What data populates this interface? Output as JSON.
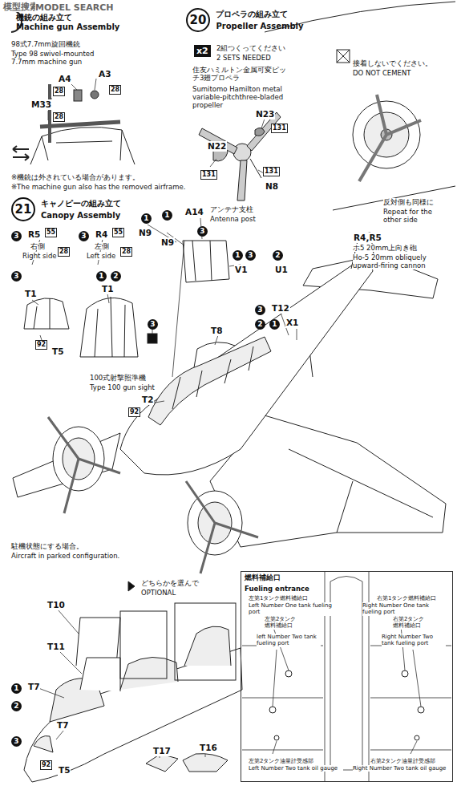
{
  "diagram": {
    "nodes": [
      {
        "text": [
          "機銃の組み立て",
          "Machine gun Assembly"
        ]
      },
      {
        "text": [
          "20",
          "プロペラの組み立て",
          "Propeller Assembly"
        ]
      },
      {
        "text": [
          "21",
          "キャノピーの組み立て",
          "Canopy Assembly"
        ]
      },
      {
        "text": [
          "燃料補給口",
          "Fueling entrance"
        ]
      }
    ],
    "labels": [
      "模型搜索",
      "MODEL SEARCH",
      "98式7.7mm旋回機銃",
      "Type 98 swivel-mounted 7.7mm machine gun",
      "A4",
      "A3",
      "28",
      "28",
      "M33",
      "28",
      "※機銃は外されている場合があります。",
      "※The machine gun also has the removed airframe.",
      "x2",
      "2組つくってください",
      "2 SETS NEEDED",
      "住友ハミルトン金属可変ピッチ3翅プロペラ",
      "Sumitomo Hamilton metal variable-pitchthree-bladed propeller",
      "N23",
      "131",
      "N22",
      "131",
      "131",
      "N8",
      "接着しないでください。",
      "DO NOT CEMENT",
      "反対側も同様に",
      "Repeat for the other side",
      "R4,R5",
      "ホ5 20mm上向き砲",
      "Ho-5 20mm obliquely upward-firing cannon",
      "3",
      "R5",
      "55",
      "右側",
      "Right side",
      "28",
      "3",
      "R4",
      "55",
      "左側",
      "Left side",
      "28",
      "1",
      "N9",
      "1",
      "N9",
      "A14",
      "アンテナ支柱",
      "Antenna post",
      "3",
      "1",
      "3",
      "2",
      "V1",
      "U1",
      "3",
      "1",
      "2",
      "T1",
      "T1",
      "92",
      "T5",
      "3",
      "100式射撃照準機",
      "Type 100 gun sight",
      "T2",
      "92",
      "3",
      "T12",
      "2",
      "1",
      "X1",
      "T8",
      "駐機状態にする場合。",
      "Aircraft in parked configuration.",
      "どちらかを選んで",
      "OPTIONAL",
      "T10",
      "T11",
      "1",
      "T7",
      "2",
      "3",
      "T7",
      "92",
      "T5",
      "T17",
      "T16",
      "左第1タンク燃料補給口",
      "Left Number One tank fueling port",
      "右第1タンク燃料補給口",
      "Right Number One tank fueling port",
      "左第2タンク燃料補給口",
      "left Number Two tank fueling port",
      "右第2タンク燃料補給口",
      "Right Number Two tank fueling port",
      "左第2タンク油量計受感部",
      "Left Number Two tank oil gauge",
      "右第2タンク油量計受感部",
      "Right Number Two tank oil gauge"
    ]
  }
}
